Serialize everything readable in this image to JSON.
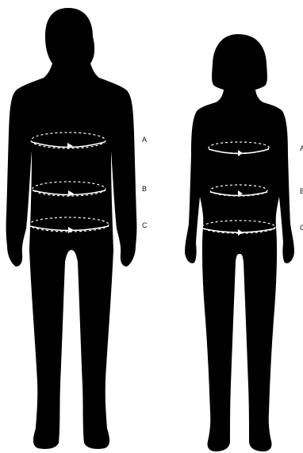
{
  "colors": {
    "silhouette": "#000000",
    "measure_line": "#ffffff",
    "background": "#ffffff",
    "label": "#111111"
  },
  "figures": [
    {
      "id": "male",
      "markers": [
        {
          "key": "A",
          "label": "A"
        },
        {
          "key": "B",
          "label": "B"
        },
        {
          "key": "C",
          "label": "C"
        }
      ]
    },
    {
      "id": "female",
      "markers": [
        {
          "key": "A",
          "label": "A"
        },
        {
          "key": "B",
          "label": "B"
        },
        {
          "key": "C",
          "label": "C"
        }
      ]
    }
  ]
}
